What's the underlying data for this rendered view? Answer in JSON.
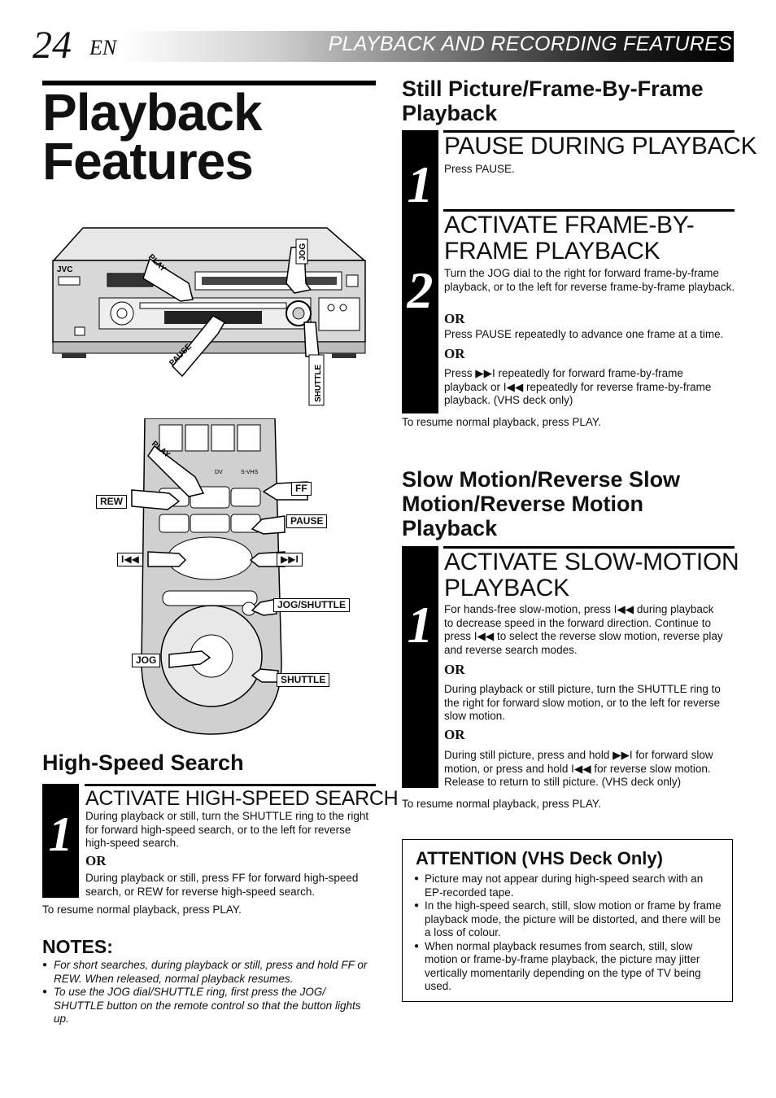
{
  "header": {
    "page_number": "24",
    "lang": "EN",
    "section": "PLAYBACK AND RECORDING FEATURES"
  },
  "title": {
    "line1": "Playback",
    "line2": "Features"
  },
  "illustration_labels": {
    "vcr": {
      "play": "PLAY",
      "pause": "PAUSE",
      "jog": "JOG",
      "shuttle": "SHUTTLE",
      "brand": "JVC"
    },
    "remote": {
      "play": "PLAY",
      "rew": "REW",
      "ff": "FF",
      "pause": "PAUSE",
      "prev": "I◀◀",
      "next": "▶▶I",
      "jog_shuttle": "JOG/SHUTTLE",
      "jog": "JOG",
      "shuttle": "SHUTTLE",
      "dv": "DV",
      "svhs": "S-VHS"
    }
  },
  "high_speed": {
    "heading": "High-Speed Search",
    "step_num": "1",
    "step_title": "ACTIVATE HIGH-SPEED SEARCH",
    "p1": "During playback or still, turn the SHUTTLE ring to the right for forward high-speed search, or to the left for reverse high-speed search.",
    "or": "OR",
    "p2": "During playback or still, press FF for forward high-speed search, or REW for reverse high-speed search.",
    "resume": "To resume normal playback, press PLAY."
  },
  "notes": {
    "title": "NOTES:",
    "items": [
      "For short searches, during playback or still, press and hold FF or REW. When released, normal playback resumes.",
      "To use the JOG dial/SHUTTLE ring, first press the JOG/ SHUTTLE button on the remote control so that the button lights up."
    ]
  },
  "still": {
    "heading": "Still Picture/Frame-By-Frame Playback",
    "step1_num": "1",
    "step1_title": "PAUSE DURING PLAYBACK",
    "step1_text": "Press PAUSE.",
    "step2_num": "2",
    "step2_title_l1": "ACTIVATE FRAME-BY-",
    "step2_title_l2": "FRAME PLAYBACK",
    "step2_p1": "Turn the JOG dial to the right for forward frame-by-frame playback, or to the left for reverse frame-by-frame playback.",
    "or": "OR",
    "step2_p2": "Press PAUSE repeatedly to advance one frame at a time.",
    "step2_p3": "Press ▶▶I repeatedly for forward frame-by-frame playback or I◀◀ repeatedly for reverse frame-by-frame playback. (VHS deck only)",
    "resume": "To resume normal playback, press PLAY."
  },
  "slow": {
    "heading": "Slow Motion/Reverse Slow Motion/Reverse Motion Playback",
    "step_num": "1",
    "step_title_l1": "ACTIVATE SLOW-MOTION",
    "step_title_l2": "PLAYBACK",
    "p1": "For hands-free slow-motion, press I◀◀ during playback to decrease speed in the forward direction. Continue to press I◀◀ to select the reverse slow motion, reverse play and reverse search modes.",
    "or": "OR",
    "p2": "During playback or still picture, turn the SHUTTLE ring to the right for forward slow motion, or to the left for reverse slow motion.",
    "p3": "During still picture, press and hold ▶▶I for forward slow motion, or press and hold I◀◀ for reverse slow motion. Release to return to still picture. (VHS deck only)",
    "resume": "To resume normal playback, press PLAY."
  },
  "attention": {
    "title": "ATTENTION (VHS Deck Only)",
    "items": [
      "Picture may not appear during high-speed search with an EP-recorded tape.",
      "In the high-speed search, still, slow motion or frame by frame playback mode, the picture will be distorted, and there will be a loss of colour.",
      "When normal playback resumes from search, still, slow motion or frame-by-frame playback, the picture may jitter vertically momentarily depending on the type of TV being used."
    ]
  }
}
